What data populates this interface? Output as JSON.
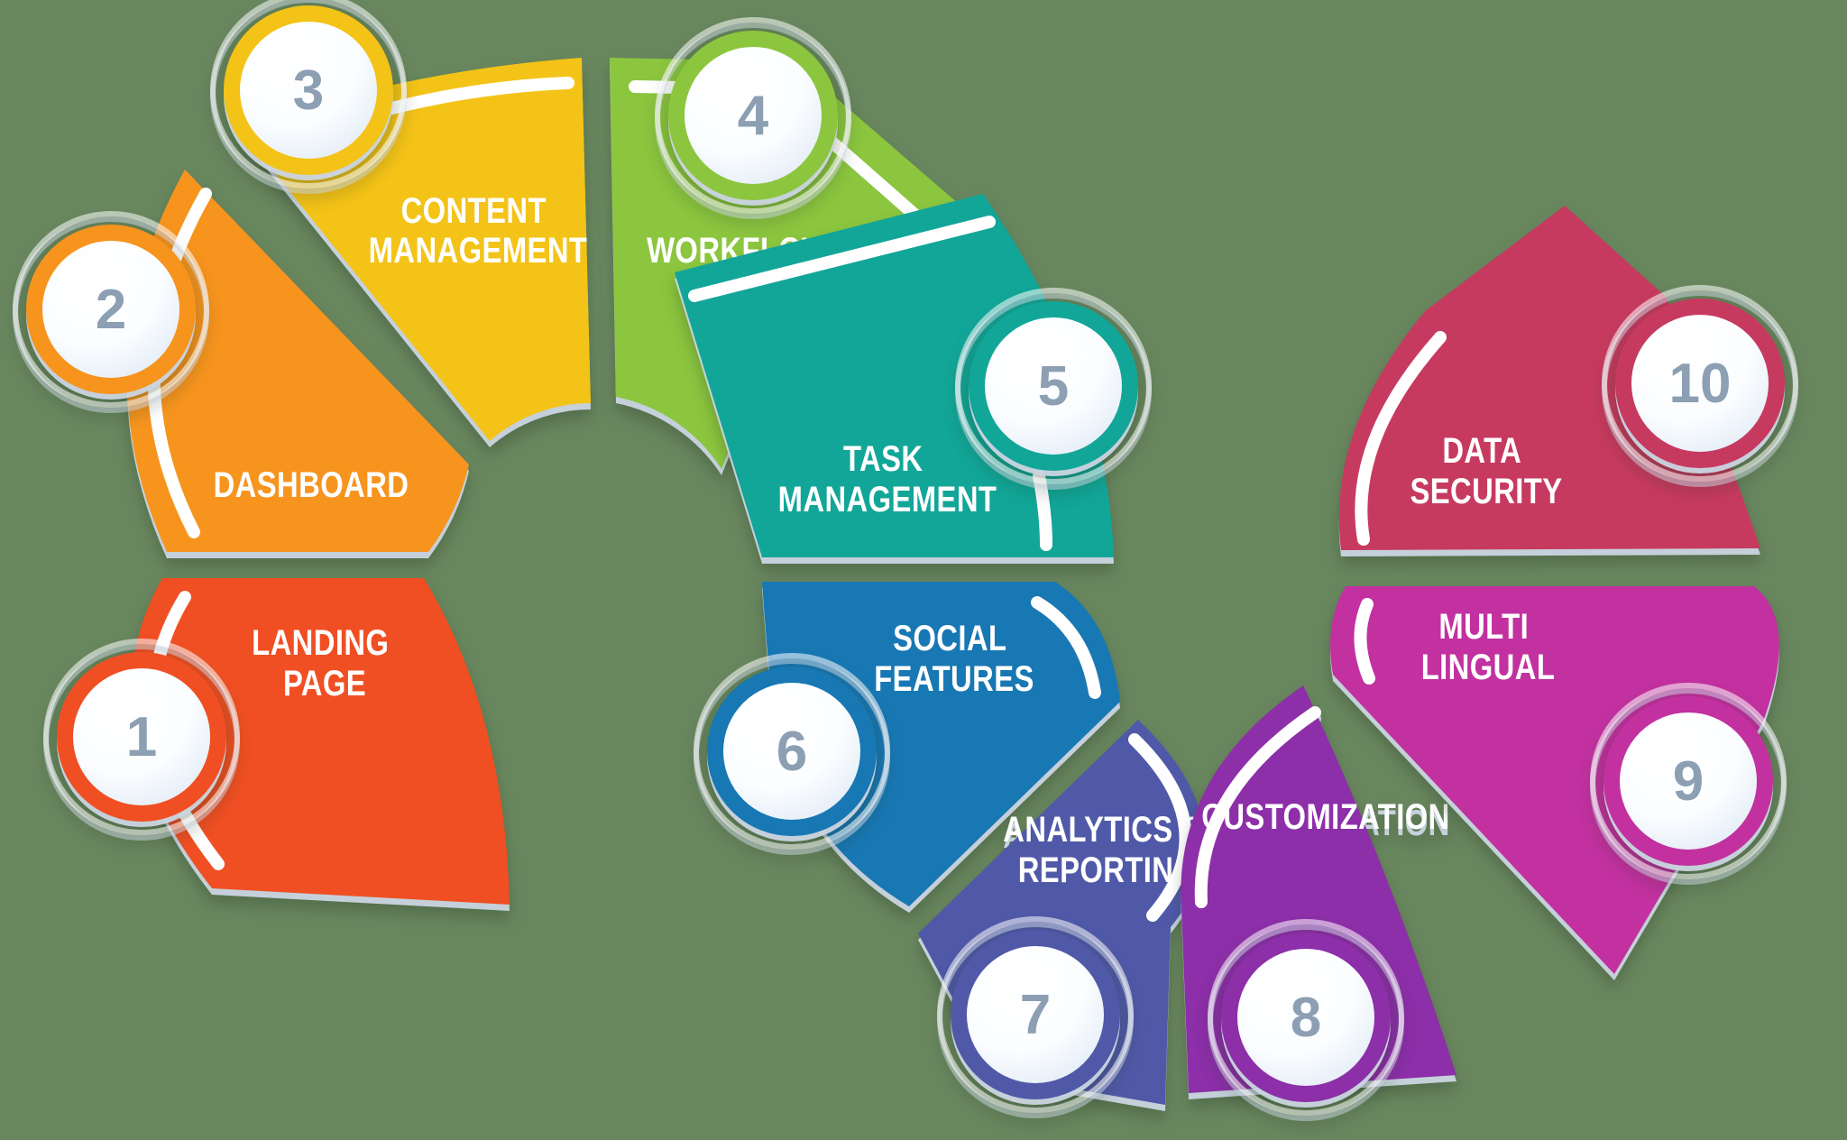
{
  "background_color": "#69875f",
  "badge_style": {
    "number_color": "#8c9fb3",
    "disc_color": "#ffffff",
    "disc_edge_color": "#dde8f4"
  },
  "segments": [
    {
      "number": "1",
      "label_lines": [
        "LANDING",
        "PAGE"
      ],
      "color": "#F04F23"
    },
    {
      "number": "2",
      "label_lines": [
        "DASHBOARD"
      ],
      "color": "#F7941E"
    },
    {
      "number": "3",
      "label_lines": [
        "CONTENT",
        "MANAGEMENT"
      ],
      "color": "#F4C317"
    },
    {
      "number": "4",
      "label_lines": [
        "WORKFLOWS"
      ],
      "color": "#8CC63F"
    },
    {
      "number": "5",
      "label_lines": [
        "TASK",
        "MANAGEMENT"
      ],
      "color": "#12A698"
    },
    {
      "number": "6",
      "label_lines": [
        "SOCIAL",
        "FEATURES"
      ],
      "color": "#1878B4"
    },
    {
      "number": "7",
      "label_lines": [
        "ANALYTICS &",
        "REPORTING"
      ],
      "color": "#5059A8"
    },
    {
      "number": "8",
      "label_lines": [
        "CUSTOMIZATION"
      ],
      "color": "#8C2FA8"
    },
    {
      "number": "9",
      "label_lines": [
        "MULTI",
        "LINGUAL"
      ],
      "color": "#C2319F"
    },
    {
      "number": "10",
      "label_lines": [
        "DATA",
        "SECURITY"
      ],
      "color": "#C73A5F"
    }
  ]
}
